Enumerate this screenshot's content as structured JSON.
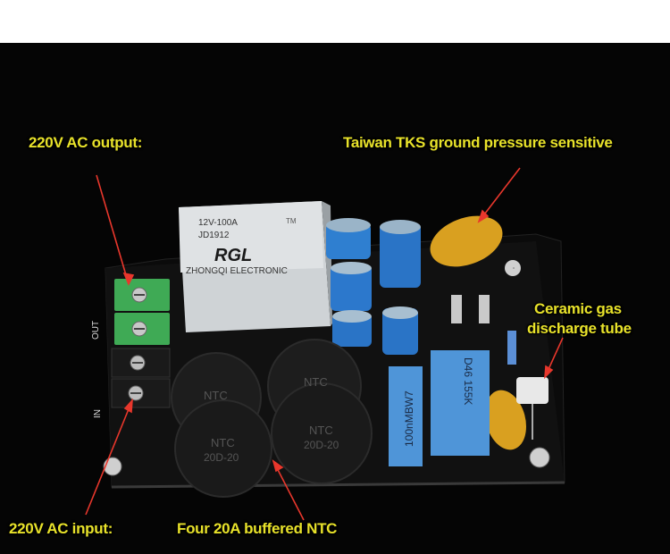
{
  "labels": {
    "ac_output": "220V AC output:",
    "tks_capacitor": "Taiwan TKS ground pressure sensitive",
    "ceramic_gas_line1": "Ceramic gas",
    "ceramic_gas_line2": "discharge tube",
    "ac_input": "220V AC input:",
    "ntc": "Four 20A buffered NTC"
  },
  "relay": {
    "rating": "12V-100A",
    "model": "JD1912",
    "brand": "RGL",
    "maker": "ZHONGQI ELECTRONIC",
    "tm": "TM"
  },
  "ntc_text": [
    "NTC",
    "NTC",
    "NTC",
    "NTC"
  ],
  "ntc_code": [
    "20D-20",
    "20D-20"
  ],
  "film_caps": {
    "left": "100nMBW7",
    "right": "D46 155K"
  },
  "silkscreen": {
    "out": "OUT",
    "in": "IN"
  },
  "colors": {
    "label_red": "#e8372c",
    "label_green": "#34d63c",
    "label_yellow": "#e8e22a",
    "terminal_green": "#3faa55"
  }
}
